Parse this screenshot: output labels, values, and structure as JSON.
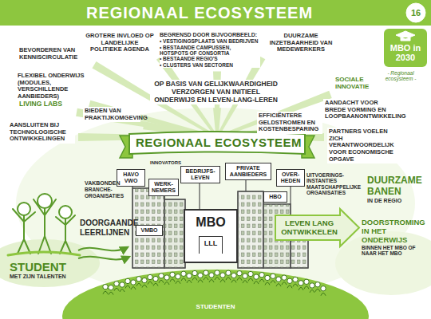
{
  "diagram": {
    "title": "REGIONAAL ECOSYSTEEM",
    "nodes": [
      {
        "text": [
          "16"
        ]
      },
      {
        "text": [
          "MBO in 2030"
        ]
      },
      {
        "text": [
          "REGIONAAL ECOSYSTEEM"
        ]
      },
      {
        "text": [
          "HAVO VWO"
        ]
      },
      {
        "text": [
          "WERK- NEMERS"
        ]
      },
      {
        "text": [
          "BEDRIJFS- LEVEN"
        ]
      },
      {
        "text": [
          "PRIVATE AANBIEDERS"
        ]
      },
      {
        "text": [
          "OVER- HEDEN"
        ]
      },
      {
        "text": [
          "VMBO"
        ]
      },
      {
        "text": [
          "MBO",
          "LLL"
        ]
      },
      {
        "text": [
          "HBO"
        ]
      },
      {
        "text": [
          "LEVEN LANG ONTWIKKELEN"
        ]
      }
    ],
    "labels": [
      "BEVORDEREN VAN KENNISCIRCULATIE",
      "GROTERE INVLOED OP LANDELIJKE POLITIEKE AGENDA",
      "BEGRENSD DOOR BIJVOORBEELD:",
      "• VESTIGINGSPLAATS VAN BEDRIJVEN",
      "• BESTAANDE CAMPUSSEN, HOTSPOTS OF CONSORTIA",
      "• BESTAANDE REGIO'S",
      "• CLUSTERS VAN SECTOREN",
      "DUURZAME INZETBAARHEID VAN MEDEWERKERS",
      "SOCIALE INNOVATIE",
      "FLEXIBEL ONDERWIJS (MODULES, VERSCHILLENDE AANBIEDERS)",
      "OP BASIS VAN GELIJKWAARDIGHEID VERZORGEN VAN INITIEEL ONDERWIJS EN LEVEN-LANG-LEREN",
      "AANDACHT VOOR BREDE VORMING EN LOOPBAANONTWIKKELING",
      "LIVING LABS",
      "BIEDEN VAN PRAKTIJKOMGEVING",
      "EFFICIËNTERE GELDSTROMEN EN KOSTENBESPARING",
      "AANSLUITEN BIJ TECHNOLOGISCHE ONTWIKKELINGEN",
      "PARTNERS VOELEN ZICH VERANTWOORDELIJK VOOR ECONOMISCHE OPGAVE",
      "INNOVATORS",
      "VAKBONDEN",
      "BRANCHE- ORGANISATIES",
      "DOORGAANDE LEERLIJNEN",
      "UITVOERINGS- INSTANTIES",
      "MAATSCHAPPELIJKE ORGANISATIES",
      "DUURZAME BANEN",
      "IN DE REGIO",
      "DOORSTROMING IN HET ONDERWIJS",
      "BINNEN HET MBO OF NAAR HET MBO",
      "STUDENT",
      "MET ZIJN TALENTEN",
      "STUDENTEN",
      "- Regionaal ecosysteem -"
    ]
  }
}
